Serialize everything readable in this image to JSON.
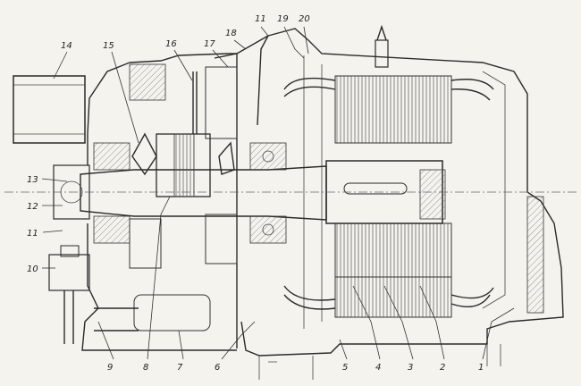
{
  "callouts": [
    {
      "label": "1"
    },
    {
      "label": "2"
    },
    {
      "label": "3"
    },
    {
      "label": "4"
    },
    {
      "label": "5"
    },
    {
      "label": "6"
    },
    {
      "label": "7"
    },
    {
      "label": "8"
    },
    {
      "label": "9"
    },
    {
      "label": "10"
    },
    {
      "label": "11"
    },
    {
      "label": "12"
    },
    {
      "label": "13"
    },
    {
      "label": "14"
    },
    {
      "label": "15"
    },
    {
      "label": "16"
    },
    {
      "label": "17"
    },
    {
      "label": "18"
    },
    {
      "label": "19"
    },
    {
      "label": "20"
    }
  ],
  "colors": {
    "paper": "#f4f3ee",
    "ink": "#2a2a2a"
  }
}
